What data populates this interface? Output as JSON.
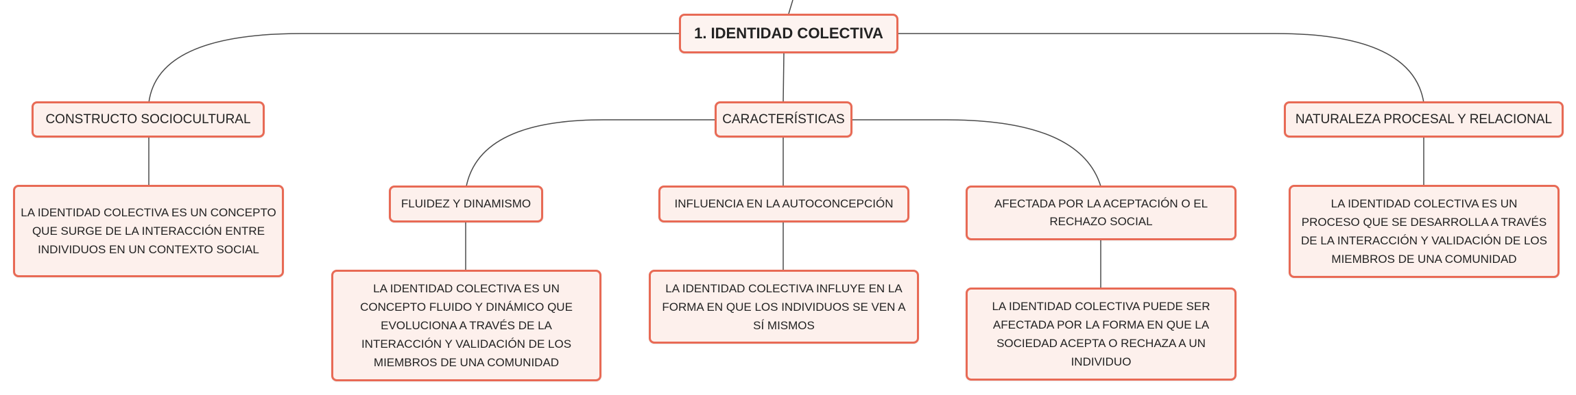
{
  "colors": {
    "border": "#e86a55",
    "fill": "#fdf0ec",
    "line": "#4a4a4a",
    "text": "#222222"
  },
  "nodes": {
    "root": "1. IDENTIDAD COLECTIVA",
    "construct": "CONSTRUCTO SOCIOCULTURAL",
    "characteristics": "CARACTERÍSTICAS",
    "nature": "NATURALEZA PROCESAL Y RELACIONAL",
    "construct_desc": "LA IDENTIDAD COLECTIVA ES UN CONCEPTO QUE SURGE DE LA INTERACCIÓN ENTRE INDIVIDUOS EN UN CONTEXTO SOCIAL",
    "fluidity": "FLUIDEZ Y DINAMISMO",
    "fluidity_desc": "LA IDENTIDAD COLECTIVA ES UN CONCEPTO FLUIDO Y DINÁMICO QUE EVOLUCIONA A TRAVÉS DE LA INTERACCIÓN Y VALIDACIÓN DE LOS MIEMBROS DE UNA COMUNIDAD",
    "influence": "INFLUENCIA EN LA AUTOCONCEPCIÓN",
    "influence_desc": "LA IDENTIDAD COLECTIVA INFLUYE EN LA FORMA EN QUE LOS INDIVIDUOS SE VEN A SÍ MISMOS",
    "acceptance": "AFECTADA POR LA ACEPTACIÓN O EL RECHAZO SOCIAL",
    "acceptance_desc": "LA IDENTIDAD COLECTIVA PUEDE SER AFECTADA POR LA FORMA EN QUE LA SOCIEDAD ACEPTA O RECHAZA A UN INDIVIDUO",
    "nature_desc": "LA IDENTIDAD COLECTIVA ES UN PROCESO QUE SE DESARROLLA A TRAVÉS DE LA INTERACCIÓN Y VALIDACIÓN DE LOS MIEMBROS DE UNA COMUNIDAD"
  }
}
